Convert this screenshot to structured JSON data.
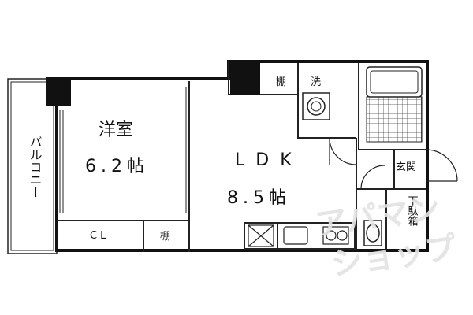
{
  "rooms": {
    "western_name": "洋室",
    "western_size": "6.2帖",
    "ldk_name": "LDK",
    "ldk_size": "8.5帖",
    "balcony": "バルコニー",
    "closet": "CL",
    "shelf": "棚",
    "shelf_top": "棚",
    "washer": "洗",
    "entrance": "玄関",
    "shoe_box": "下駄箱"
  },
  "watermark": {
    "line1": "アパマン",
    "line2": "ショップ"
  },
  "colors": {
    "wall": "#111111",
    "line": "#222222",
    "pillar": "#111111",
    "watermark": "#e3e3e3"
  }
}
